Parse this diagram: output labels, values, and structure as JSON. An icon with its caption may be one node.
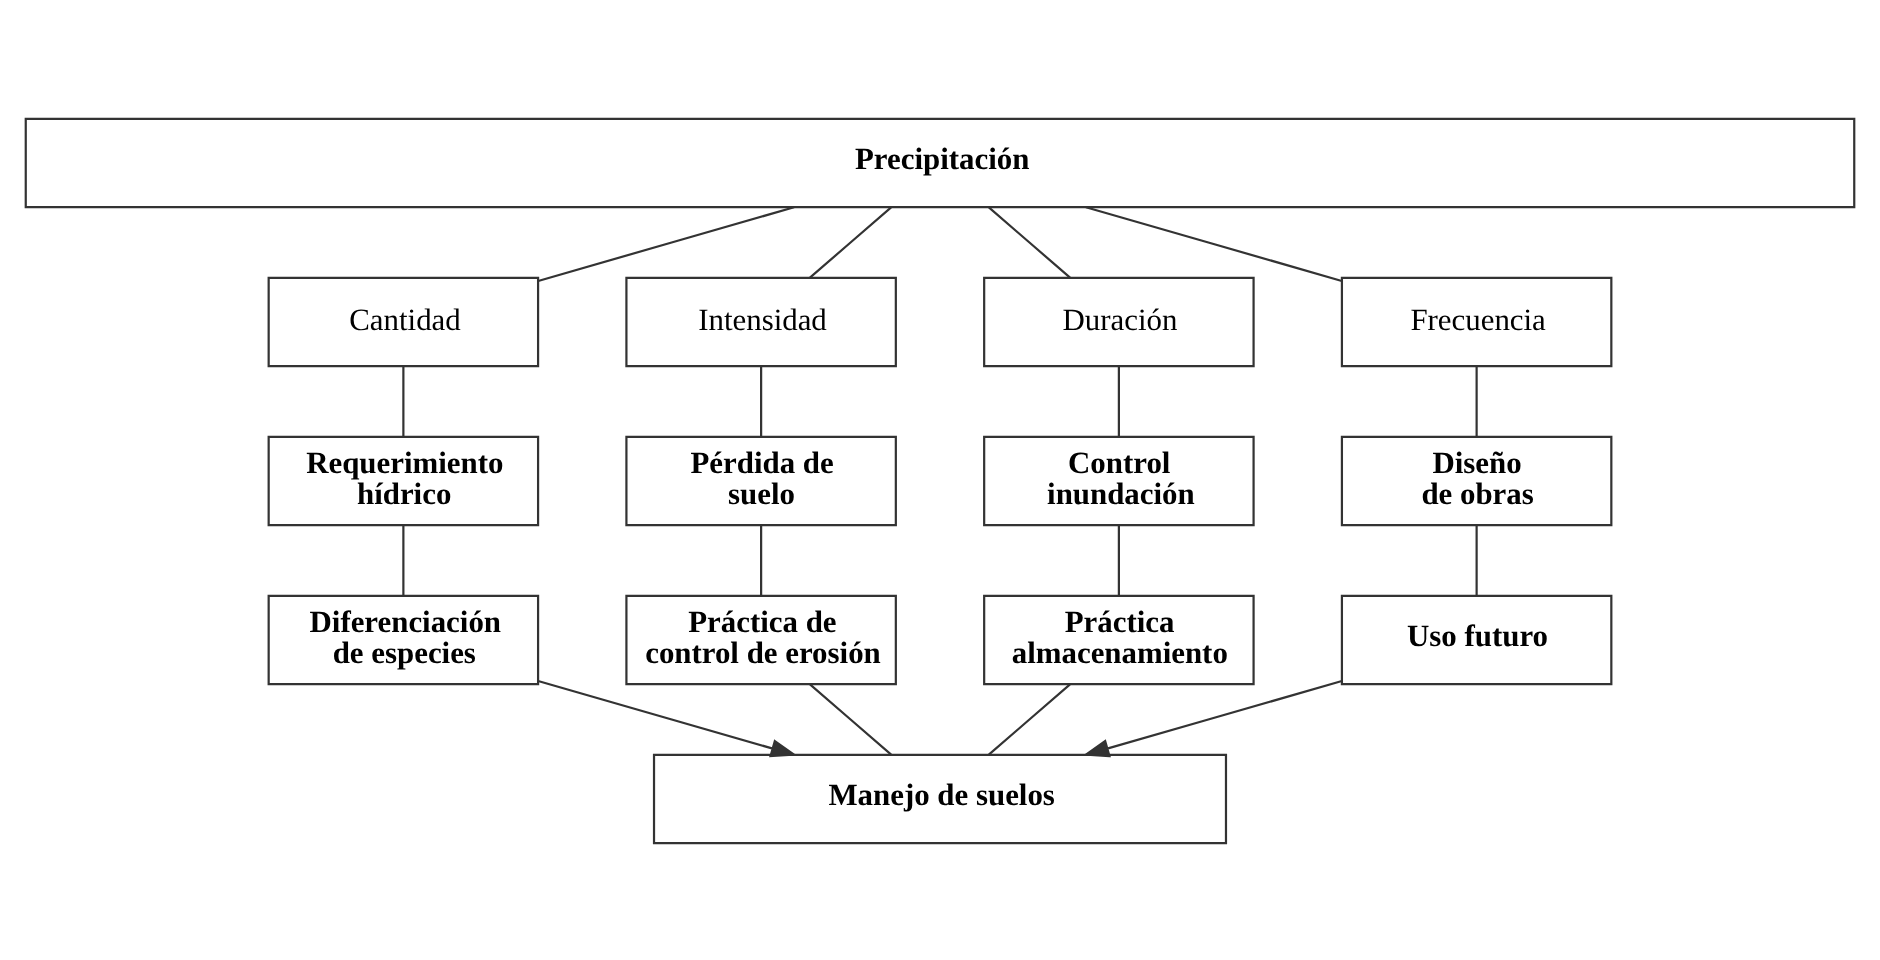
{
  "diagram": {
    "nodes": [
      {
        "text": [
          "Precipitación"
        ]
      },
      {
        "text": [
          "Cantidad"
        ]
      },
      {
        "text": [
          "Intensidad"
        ]
      },
      {
        "text": [
          "Duración"
        ]
      },
      {
        "text": [
          "Frecuencia"
        ]
      },
      {
        "text": [
          "Requerimiento hídrico"
        ]
      },
      {
        "text": [
          "Pérdida de suelo"
        ]
      },
      {
        "text": [
          "Control inundación"
        ]
      },
      {
        "text": [
          "Diseño de obras"
        ]
      },
      {
        "text": [
          "Diferenciación de especies"
        ]
      },
      {
        "text": [
          "Práctica de control de erosión"
        ]
      },
      {
        "text": [
          "Práctica almacenamiento"
        ]
      },
      {
        "text": [
          "Uso futuro"
        ]
      },
      {
        "text": [
          "Manejo de suelos"
        ]
      }
    ],
    "edges": [
      {
        "from": 0,
        "to": 1,
        "arrow": "none"
      },
      {
        "from": 0,
        "to": 2,
        "arrow": "none"
      },
      {
        "from": 0,
        "to": 3,
        "arrow": "none"
      },
      {
        "from": 0,
        "to": 4,
        "arrow": "none"
      },
      {
        "from": 1,
        "to": 5,
        "arrow": "none"
      },
      {
        "from": 2,
        "to": 6,
        "arrow": "none"
      },
      {
        "from": 3,
        "to": 7,
        "arrow": "none"
      },
      {
        "from": 4,
        "to": 8,
        "arrow": "none"
      },
      {
        "from": 5,
        "to": 9,
        "arrow": "none"
      },
      {
        "from": 6,
        "to": 10,
        "arrow": "none"
      },
      {
        "from": 7,
        "to": 11,
        "arrow": "none"
      },
      {
        "from": 8,
        "to": 12,
        "arrow": "none"
      },
      {
        "from": 9,
        "to": 13,
        "arrow": "to"
      },
      {
        "from": 10,
        "to": 13,
        "arrow": "none"
      },
      {
        "from": 11,
        "to": 13,
        "arrow": "none"
      },
      {
        "from": 12,
        "to": 13,
        "arrow": "to"
      }
    ]
  }
}
